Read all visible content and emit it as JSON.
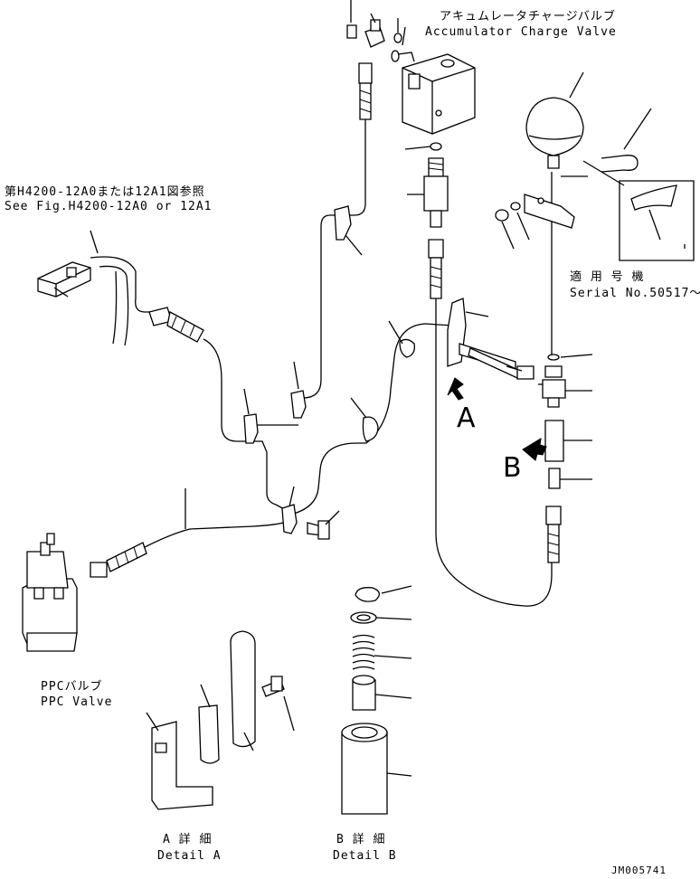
{
  "labels": {
    "accumulator_jp": "アキュムレータチャージバルブ",
    "accumulator_en": "Accumulator Charge Valve",
    "seefig_jp": "第H4200-12A0または12A1図参照",
    "seefig_en": "See Fig.H4200-12A0 or 12A1",
    "serial_jp": "適 用 号 機",
    "serial_en": "Serial No.50517～",
    "ppc_jp": "PPCバルブ",
    "ppc_en": "PPC Valve",
    "arrow_a": "A",
    "arrow_b": "B",
    "detail_a_jp": "A 詳 細",
    "detail_a_en": "Detail A",
    "detail_b_jp": "B 詳 細",
    "detail_b_en": "Detail B",
    "drawing_no": "JM005741"
  },
  "colors": {
    "line": "#000000",
    "background": "#ffffff"
  }
}
